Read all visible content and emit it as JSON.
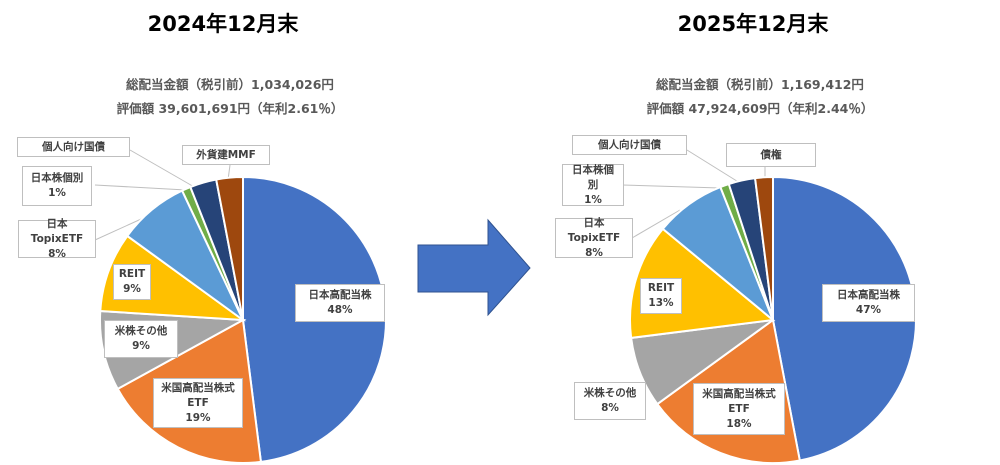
{
  "chart_data": [
    {
      "type": "pie",
      "title": "2024年12月末",
      "subtitle": [
        "総配当金額（税引前）1,034,026円",
        "評価額 39,601,691円（年利2.61％）"
      ],
      "slices": [
        {
          "label": "日本高配当株",
          "value": 48,
          "pct": "48%",
          "color": "#4472C4"
        },
        {
          "label": "米国高配当株式ETF",
          "value": 19,
          "pct": "19%",
          "color": "#ED7D31"
        },
        {
          "label": "米株その他",
          "value": 9,
          "pct": "9%",
          "color": "#A5A5A5"
        },
        {
          "label": "REIT",
          "value": 9,
          "pct": "9%",
          "color": "#FFC000"
        },
        {
          "label": "日本TopixETF",
          "value": 8,
          "pct": "8%",
          "color": "#5B9BD5"
        },
        {
          "label": "日本株個別",
          "value": 1,
          "pct": "1%",
          "color": "#70AD47"
        },
        {
          "label": "個人向け国債",
          "value": 3,
          "pct": "",
          "color": "#264478"
        },
        {
          "label": "外貨建MMF",
          "value": 3,
          "pct": "",
          "color": "#9E480E"
        }
      ]
    },
    {
      "type": "pie",
      "title": "2025年12月末",
      "subtitle": [
        "総配当金額（税引前）1,169,412円",
        "評価額 47,924,609円（年利2.44％）"
      ],
      "slices": [
        {
          "label": "日本高配当株",
          "value": 47,
          "pct": "47%",
          "color": "#4472C4"
        },
        {
          "label": "米国高配当株式ETF",
          "value": 18,
          "pct": "18%",
          "color": "#ED7D31"
        },
        {
          "label": "米株その他",
          "value": 8,
          "pct": "8%",
          "color": "#A5A5A5"
        },
        {
          "label": "REIT",
          "value": 13,
          "pct": "13%",
          "color": "#FFC000"
        },
        {
          "label": "日本TopixETF",
          "value": 8,
          "pct": "8%",
          "color": "#5B9BD5"
        },
        {
          "label": "日本株個別",
          "value": 1,
          "pct": "1%",
          "color": "#70AD47"
        },
        {
          "label": "個人向け国債",
          "value": 3,
          "pct": "",
          "color": "#264478"
        },
        {
          "label": "債権",
          "value": 2,
          "pct": "",
          "color": "#9E480E"
        }
      ]
    }
  ],
  "arrow_color": "#4472C4"
}
